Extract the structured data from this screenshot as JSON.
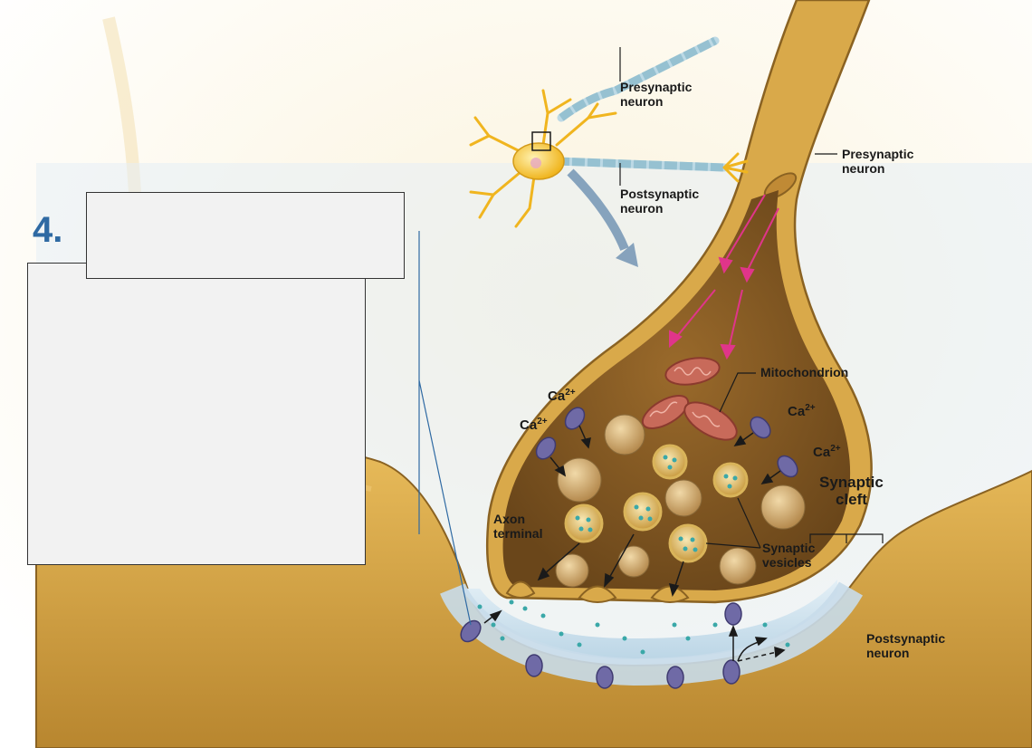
{
  "step_number": "4.",
  "labels": {
    "presynaptic_top": "Presynaptic\nneuron",
    "postsynaptic_top": "Postsynaptic\nneuron",
    "presynaptic_right": "Presynaptic\nneuron",
    "mitochondrion": "Mitochondrion",
    "axon_terminal": "Axon\nterminal",
    "synaptic_cleft": "Synaptic\ncleft",
    "synaptic_vesicles": "Synaptic\nvesicles",
    "postsynaptic_bottom": "Postsynaptic\nneuron"
  },
  "ions": {
    "base": "Ca",
    "charge": "2+"
  },
  "colors": {
    "neuron_tan": "#d9a94a",
    "terminal_dark": "#7a5520",
    "cleft_blue": "#cfe3ee",
    "arrow_pink": "#e0358a",
    "step_blue": "#2f6aa3",
    "channel_purple": "#6f6aa6"
  }
}
